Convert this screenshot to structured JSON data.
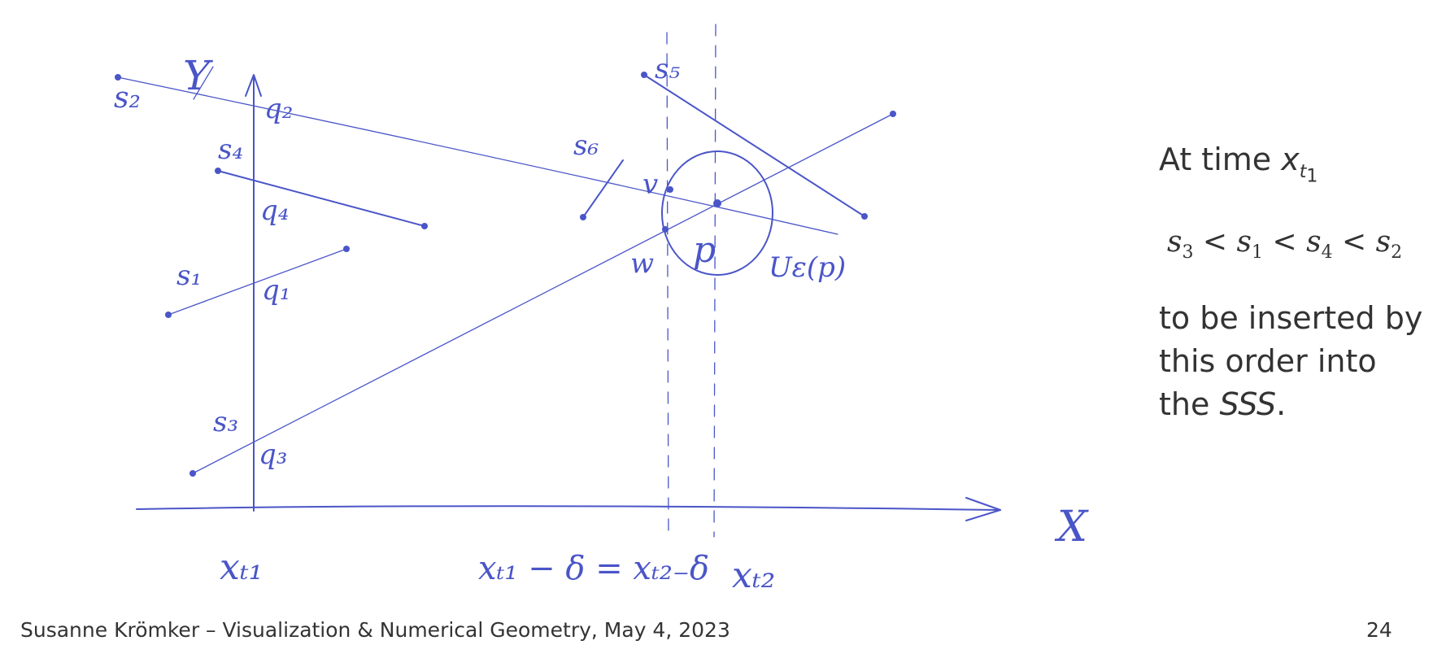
{
  "figure": {
    "label_y": "Y",
    "label_x": "X",
    "segments": [
      {
        "name": "s2",
        "label": "s₂",
        "sweep_point": "q₂"
      },
      {
        "name": "s4",
        "label": "s₄",
        "sweep_point": "q₄"
      },
      {
        "name": "s1",
        "label": "s₁",
        "sweep_point": "q₁"
      },
      {
        "name": "s3",
        "label": "s₃",
        "sweep_point": "q₃"
      },
      {
        "name": "s5",
        "label": "s₅"
      },
      {
        "name": "s6",
        "label": "s₆"
      }
    ],
    "point_labels": {
      "p": "p",
      "v": "v",
      "w": "w",
      "neighborhood": "Uε(p)"
    },
    "axis_labels": {
      "t1": "xₜ₁",
      "t1_minus_delta": "xₜ₁ − δ = xₜ₂₋δ",
      "t2": "xₜ₂"
    },
    "ink_color": "#4a55c8"
  },
  "sidebar": {
    "time_prefix": "At time ",
    "time_var": "x",
    "time_sub": "t",
    "time_subsub": "1",
    "order": [
      {
        "sym": "s",
        "sub": "3"
      },
      {
        "sym": "s",
        "sub": "1"
      },
      {
        "sym": "s",
        "sub": "4"
      },
      {
        "sym": "s",
        "sub": "2"
      }
    ],
    "order_sep": " < ",
    "insert_text_1": "to be inserted by",
    "insert_text_2": "this order into",
    "insert_text_3_prefix": "the ",
    "insert_text_3_em": "SSS",
    "insert_text_3_suffix": "."
  },
  "footer": {
    "text": "Susanne Krömker – Visualization & Numerical Geometry, May 4, 2023",
    "page_number": "24"
  }
}
